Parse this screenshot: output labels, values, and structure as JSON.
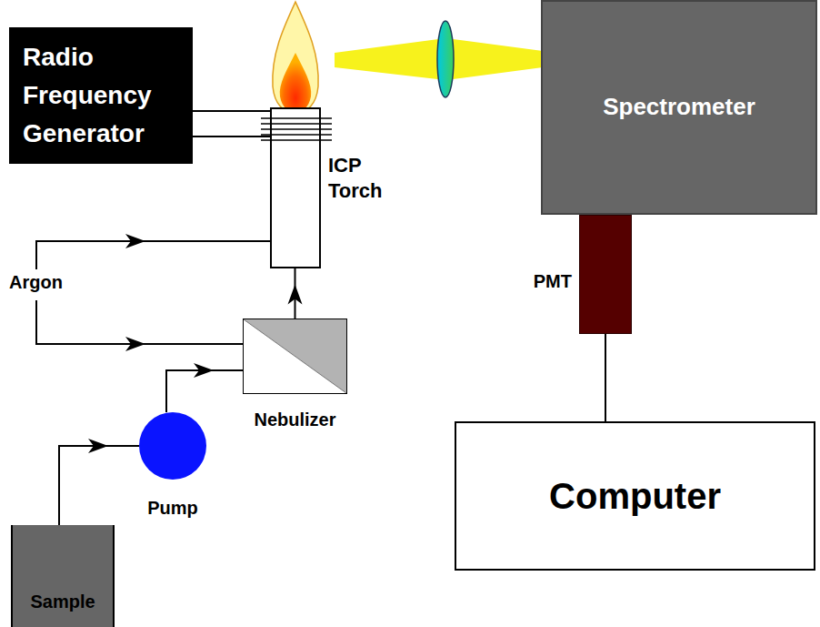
{
  "diagram": {
    "nodes": [
      {
        "text": [
          "Radio Frequency Generator"
        ]
      },
      {
        "text": [
          "ICP Torch"
        ]
      },
      {
        "text": [
          "Spectrometer"
        ]
      },
      {
        "text": [
          "PMT"
        ]
      },
      {
        "text": [
          "Nebulizer"
        ]
      },
      {
        "text": [
          "Pump"
        ]
      },
      {
        "text": [
          "Computer"
        ]
      },
      {
        "text": [
          "Sample"
        ]
      }
    ],
    "edges": [
      {
        "from": 0,
        "to": 1,
        "arrow": "none"
      },
      {
        "from": 0,
        "to": 1,
        "arrow": "none"
      },
      {
        "from": 7,
        "to": 5,
        "arrow": "to"
      },
      {
        "from": 5,
        "to": 4,
        "arrow": "to"
      },
      {
        "from": 4,
        "to": 1,
        "arrow": "to"
      },
      {
        "from": 3,
        "to": 6,
        "arrow": "none"
      }
    ],
    "labels": [
      "Argon"
    ]
  }
}
